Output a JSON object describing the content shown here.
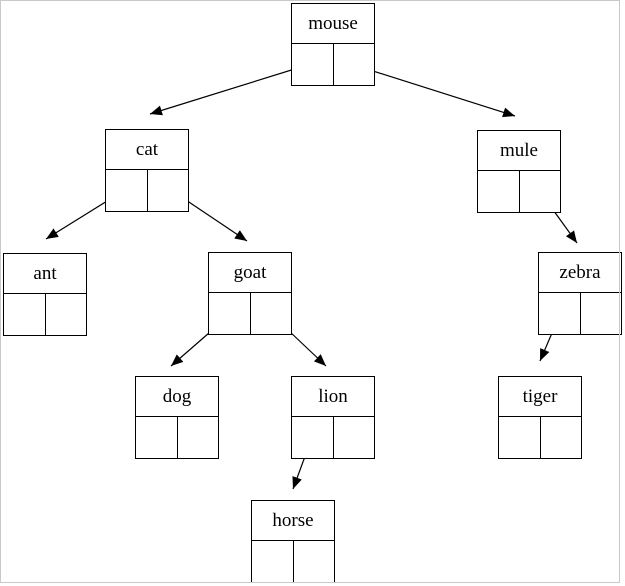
{
  "diagram": {
    "type": "binary-tree-linked-nodes",
    "root": "mouse",
    "nodes": {
      "mouse": {
        "label": "mouse"
      },
      "cat": {
        "label": "cat"
      },
      "mule": {
        "label": "mule"
      },
      "ant": {
        "label": "ant"
      },
      "goat": {
        "label": "goat"
      },
      "zebra": {
        "label": "zebra"
      },
      "dog": {
        "label": "dog"
      },
      "lion": {
        "label": "lion"
      },
      "tiger": {
        "label": "tiger"
      },
      "horse": {
        "label": "horse"
      }
    },
    "edges": [
      {
        "from": "mouse",
        "pointer": "left",
        "to": "cat"
      },
      {
        "from": "mouse",
        "pointer": "right",
        "to": "mule"
      },
      {
        "from": "cat",
        "pointer": "left",
        "to": "ant"
      },
      {
        "from": "cat",
        "pointer": "right",
        "to": "goat"
      },
      {
        "from": "goat",
        "pointer": "left",
        "to": "dog"
      },
      {
        "from": "goat",
        "pointer": "right",
        "to": "lion"
      },
      {
        "from": "lion",
        "pointer": "left",
        "to": "horse"
      },
      {
        "from": "mule",
        "pointer": "right",
        "to": "zebra"
      },
      {
        "from": "zebra",
        "pointer": "left",
        "to": "tiger"
      }
    ],
    "colors": {
      "line": "#000000",
      "background": "#ffffff",
      "frame": "#c9c9c9"
    }
  }
}
